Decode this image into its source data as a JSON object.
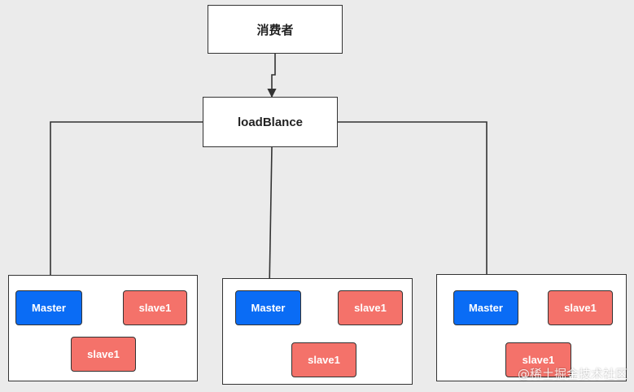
{
  "consumer": {
    "label": "消费者"
  },
  "load_balancer": {
    "label": "loadBlance"
  },
  "clusters": [
    {
      "master": "Master",
      "slave_a": "slave1",
      "slave_b": "slave1"
    },
    {
      "master": "Master",
      "slave_a": "slave1",
      "slave_b": "slave1"
    },
    {
      "master": "Master",
      "slave_a": "slave1",
      "slave_b": "slave1"
    }
  ],
  "watermark": "@稀土掘金技术社区",
  "colors": {
    "master": "#0a6cf5",
    "slave": "#f4726a",
    "line": "#333333",
    "background": "#ebebeb"
  }
}
